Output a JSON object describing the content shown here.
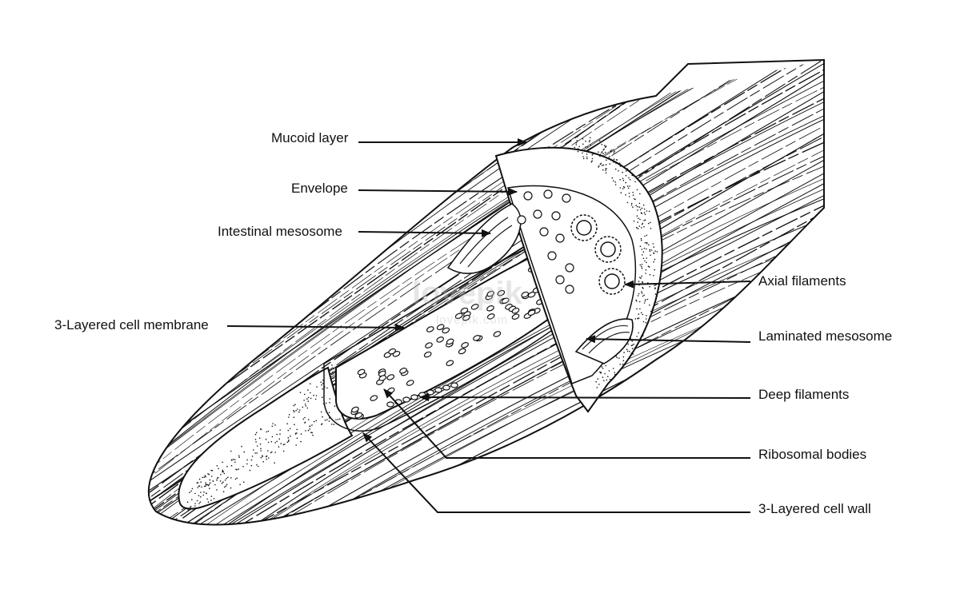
{
  "labels": {
    "mucoid_layer": "Mucoid layer",
    "envelope": "Envelope",
    "intestinal_mesosome": "Intestinal mesosome",
    "three_layered_cell_membrane": "3-Layered cell membrane",
    "axial_filaments": "Axial filaments",
    "laminated_mesosome": "Laminated mesosome",
    "deep_filaments": "Deep filaments",
    "ribosomal_bodies": "Ribosomal bodies",
    "three_layered_cell_wall": "3-Layered cell wall"
  },
  "watermark": {
    "brand": "lovepik",
    "site": "lovepik.com"
  },
  "colors": {
    "line": "#111111",
    "background": "#ffffff",
    "watermark": "#b9b9b9"
  }
}
